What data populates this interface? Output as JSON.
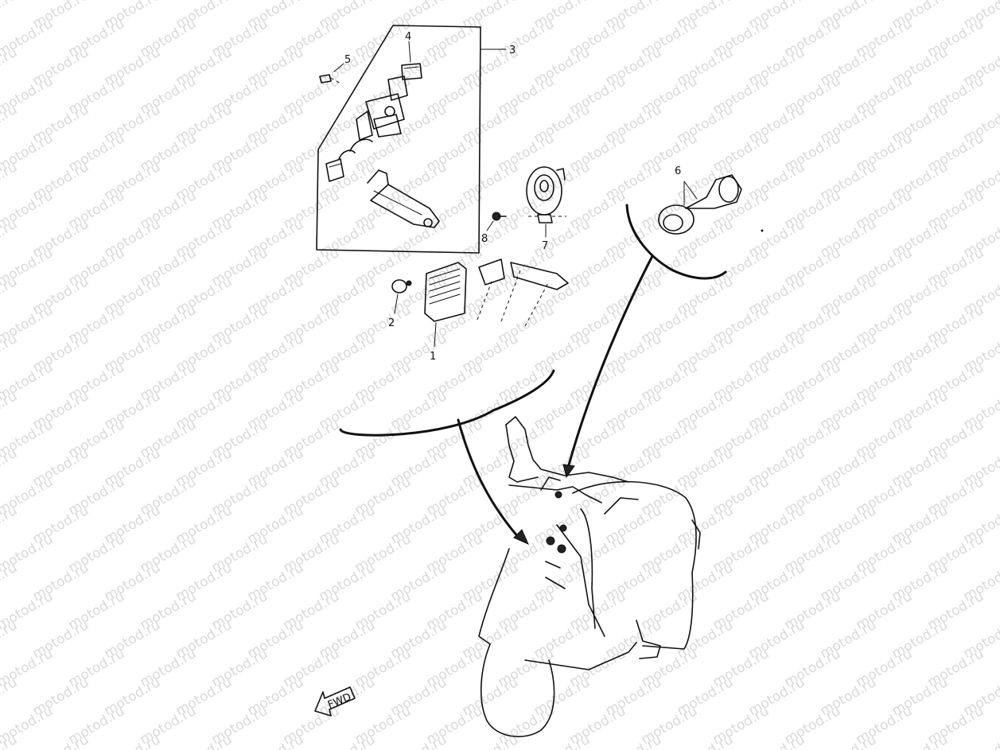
{
  "watermark": "motod.ru",
  "callouts": {
    "c1": "1",
    "c2": "2",
    "c3": "3",
    "c4": "4",
    "c5": "5",
    "c6": "6",
    "c7": "7",
    "c8": "8"
  },
  "fwd_badge": "FWD"
}
